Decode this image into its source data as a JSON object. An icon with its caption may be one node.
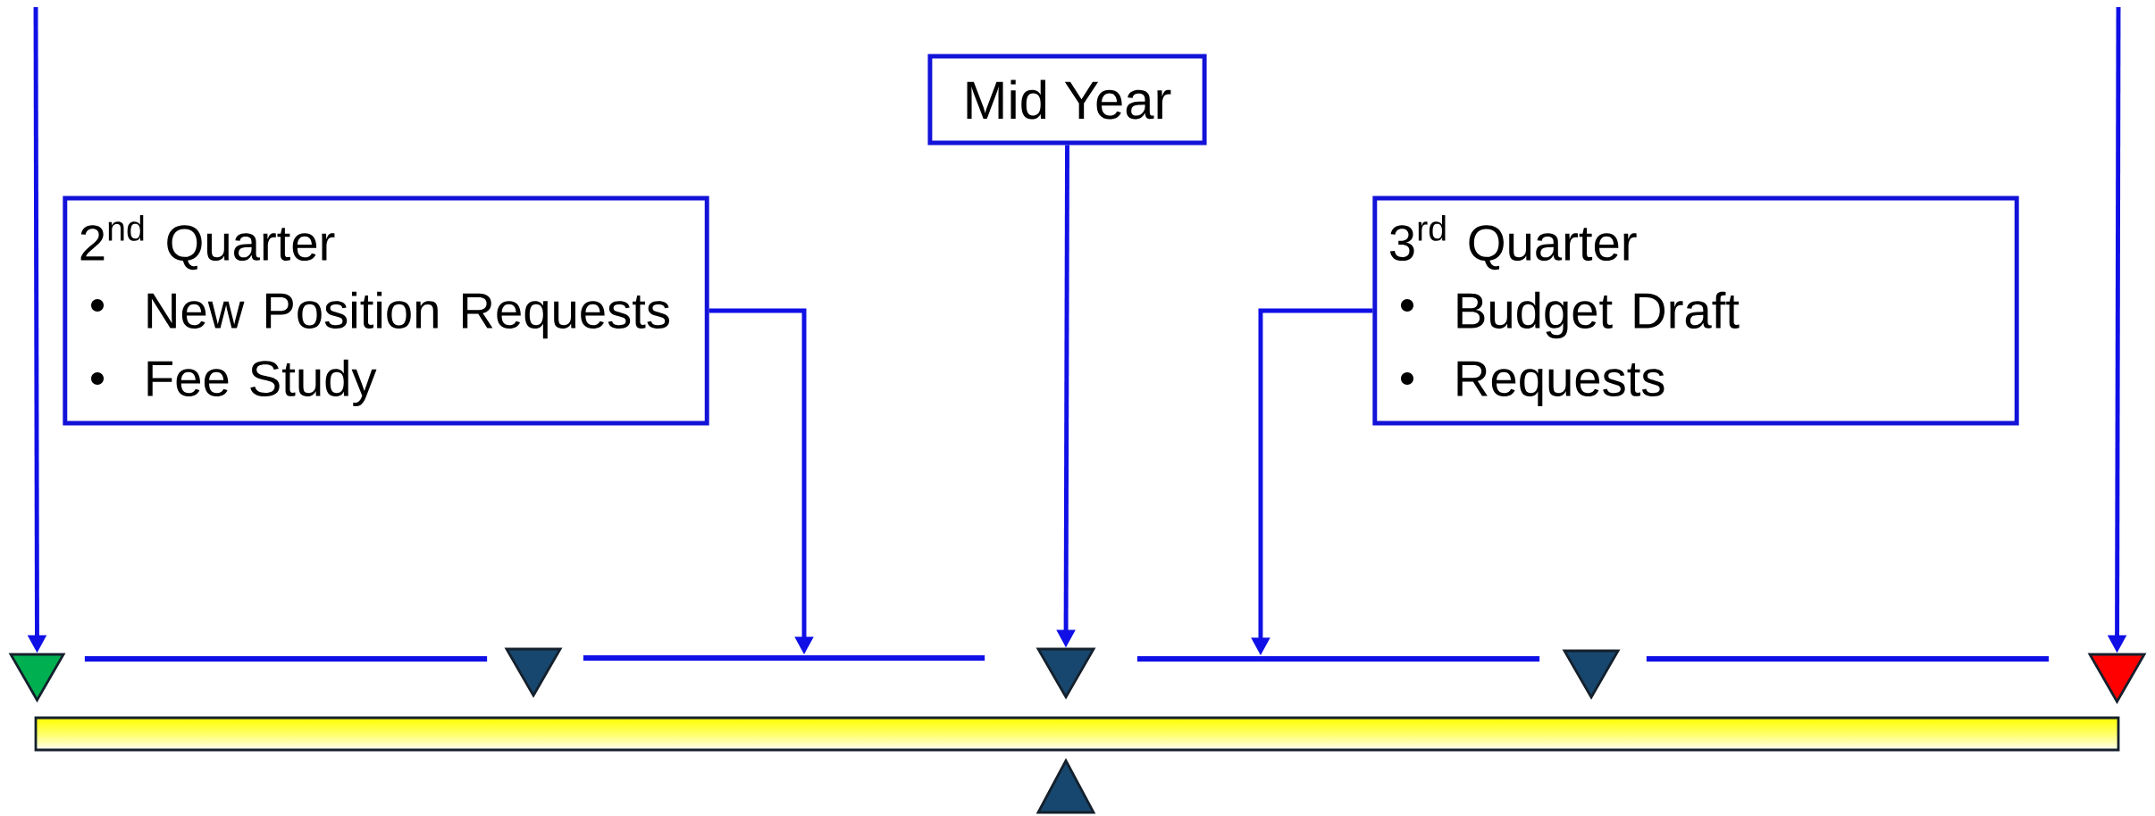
{
  "diagram": {
    "nodes": [
      {
        "text": [
          "Mid Year"
        ]
      },
      {
        "text": [
          "2$^{nd}$ Quarter",
          "New Position Requests",
          "Fee Study"
        ]
      },
      {
        "text": [
          "3$^{rd}$ Quarter",
          "Budget Draft",
          "Requests"
        ]
      },
      {
        "text": [],
        "shape": "triangle"
      },
      {
        "text": [],
        "shape": "bar"
      },
      {
        "text": [],
        "shape": "triangle"
      },
      {
        "text": [],
        "shape": "bar"
      },
      {
        "text": [],
        "shape": "triangle"
      },
      {
        "text": [],
        "shape": "bar"
      },
      {
        "text": [],
        "shape": "triangle"
      },
      {
        "text": [],
        "shape": "bar"
      },
      {
        "text": [],
        "shape": "triangle"
      }
    ],
    "edges": [
      {
        "from": null,
        "to": 3,
        "arrow": "to"
      },
      {
        "from": 1,
        "to": 6,
        "arrow": "to"
      },
      {
        "from": 0,
        "to": 7,
        "arrow": "to"
      },
      {
        "from": 2,
        "to": 8,
        "arrow": "to"
      },
      {
        "from": null,
        "to": 11,
        "arrow": "to"
      }
    ]
  }
}
